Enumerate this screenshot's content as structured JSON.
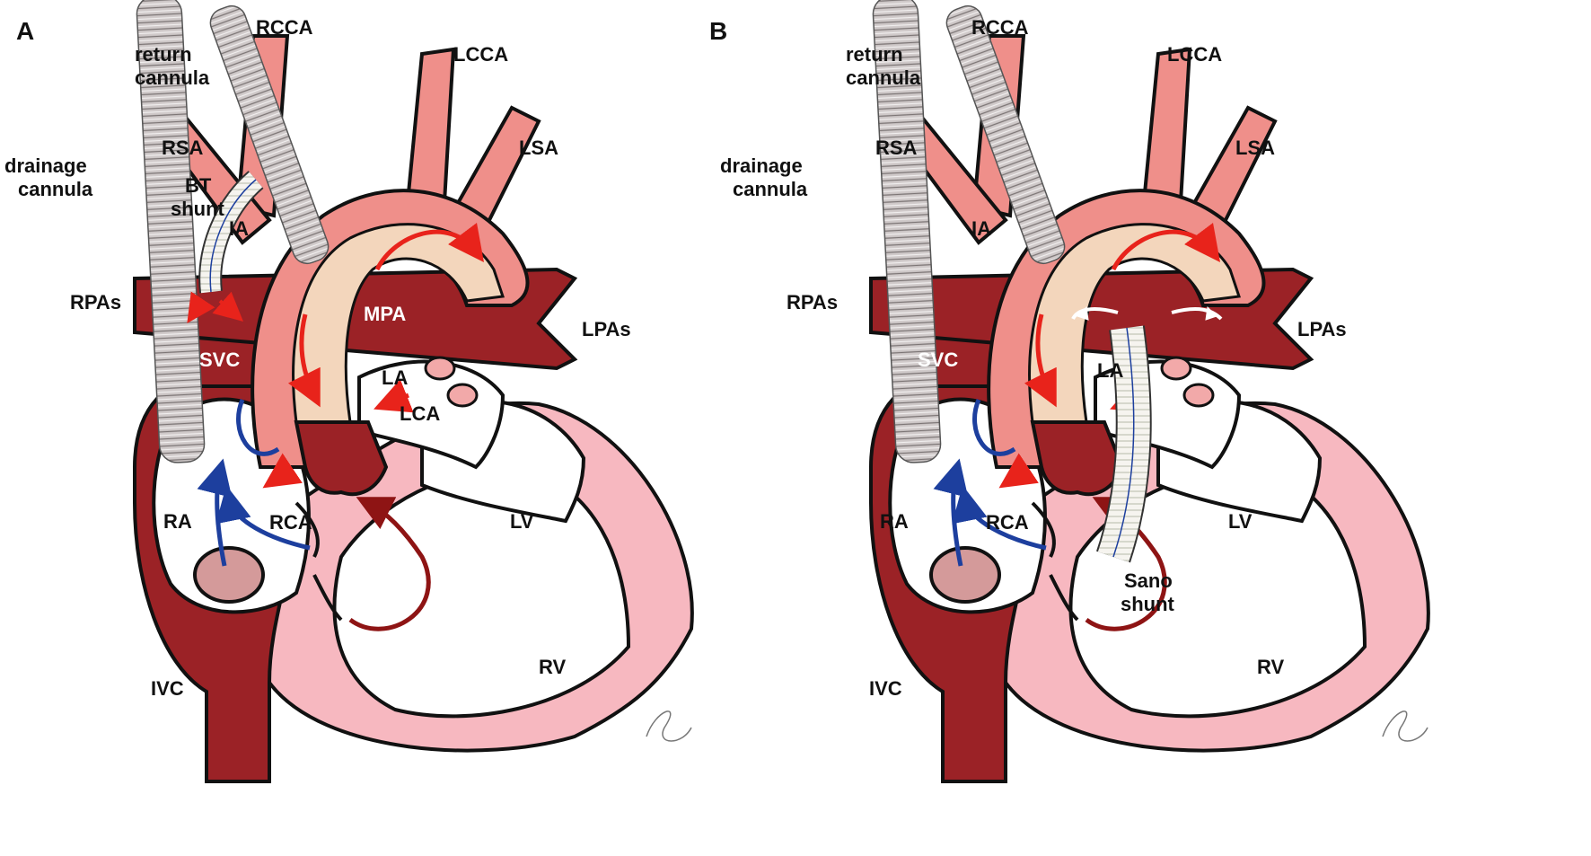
{
  "panels": [
    {
      "letter": "A",
      "labels": {
        "rcca": "RCCA",
        "return": "return",
        "cannula1": "cannula",
        "lcca": "LCCA",
        "rsa": "RSA",
        "lsa": "LSA",
        "drainage": "drainage",
        "cannula2": "cannula",
        "bt": "BT",
        "shunt": "shunt",
        "ia": "IA",
        "rpas": "RPAs",
        "mpa": "MPA",
        "lpas": "LPAs",
        "svc": "SVC",
        "la": "LA",
        "lca": "LCA",
        "rca": "RCA",
        "ra": "RA",
        "lv": "LV",
        "rv": "RV",
        "ivc": "IVC"
      }
    },
    {
      "letter": "B",
      "labels": {
        "rcca": "RCCA",
        "return": "return",
        "cannula1": "cannula",
        "lcca": "LCCA",
        "rsa": "RSA",
        "lsa": "LSA",
        "drainage": "drainage",
        "cannula2": "cannula",
        "ia": "IA",
        "rpas": "RPAs",
        "lpas": "LPAs",
        "svc": "SVC",
        "la": "LA",
        "rca": "RCA",
        "ra": "RA",
        "lv": "LV",
        "rv": "RV",
        "ivc": "IVC",
        "sano": "Sano",
        "shunt": "shunt"
      }
    }
  ],
  "colors": {
    "dark_red": "#9b2226",
    "light_red": "#ef8f8a",
    "pink": "#f7b8c0",
    "beige": "#f3d6bc",
    "arrow_red": "#e8231b",
    "arrow_blue": "#1d3f9e",
    "arrow_darkred": "#8e1414",
    "cannula": "#c9c3c3"
  }
}
